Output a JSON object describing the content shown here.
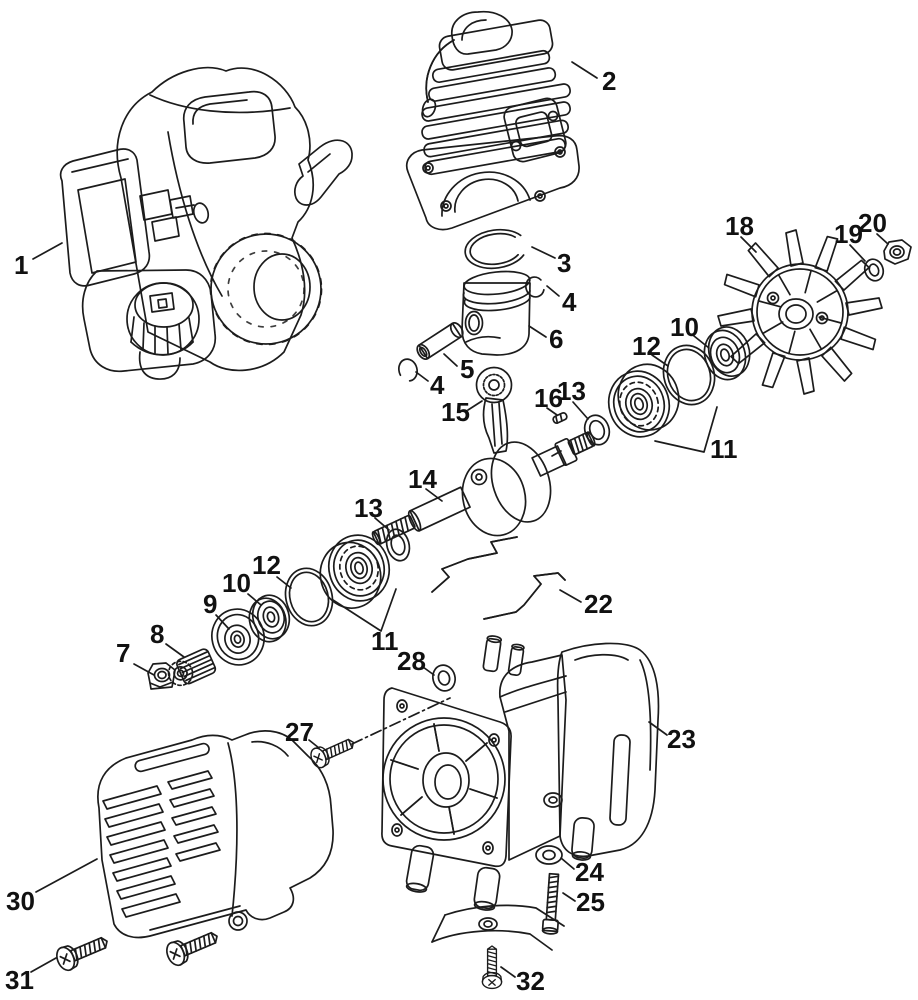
{
  "diagram": {
    "type": "exploded-parts-diagram",
    "subject": "small two-stroke engine: cylinder, piston, crankshaft, flywheel, crankcase, starter cover",
    "background_color": "#ffffff",
    "line_color": "#1c1c1c",
    "label_color": "#111111"
  },
  "callouts": [
    {
      "id": "engine-assembly",
      "number": "1"
    },
    {
      "id": "cylinder",
      "number": "2"
    },
    {
      "id": "piston-ring",
      "number": "3"
    },
    {
      "id": "circlip-upper",
      "number": "4"
    },
    {
      "id": "piston",
      "number": "6"
    },
    {
      "id": "piston-pin",
      "number": "5"
    },
    {
      "id": "circlip-lower",
      "number": "4"
    },
    {
      "id": "connecting-rod",
      "number": "15"
    },
    {
      "id": "woodruff-key",
      "number": "16"
    },
    {
      "id": "washer-right",
      "number": "13"
    },
    {
      "id": "o-ring-right",
      "number": "12"
    },
    {
      "id": "oil-seal-right",
      "number": "10"
    },
    {
      "id": "flywheel",
      "number": "18"
    },
    {
      "id": "flywheel-washer",
      "number": "19"
    },
    {
      "id": "flywheel-nut",
      "number": "20"
    },
    {
      "id": "bearing-right",
      "number": "11"
    },
    {
      "id": "crankshaft",
      "number": "14"
    },
    {
      "id": "washer-left",
      "number": "13"
    },
    {
      "id": "retainer-clips",
      "number": "22"
    },
    {
      "id": "o-ring-left",
      "number": "12"
    },
    {
      "id": "oil-seal-left",
      "number": "10"
    },
    {
      "id": "starter-pulley",
      "number": "9"
    },
    {
      "id": "starter-pinion",
      "number": "8"
    },
    {
      "id": "pinion-nut",
      "number": "7"
    },
    {
      "id": "bearing-left",
      "number": "11"
    },
    {
      "id": "grommet",
      "number": "28"
    },
    {
      "id": "crankcase-screw",
      "number": "27"
    },
    {
      "id": "crankcase",
      "number": "23"
    },
    {
      "id": "stud-washer",
      "number": "24"
    },
    {
      "id": "stud-bolt",
      "number": "25"
    },
    {
      "id": "starter-cover",
      "number": "30"
    },
    {
      "id": "cover-screws",
      "number": "31"
    },
    {
      "id": "bracket-screw",
      "number": "32"
    }
  ]
}
